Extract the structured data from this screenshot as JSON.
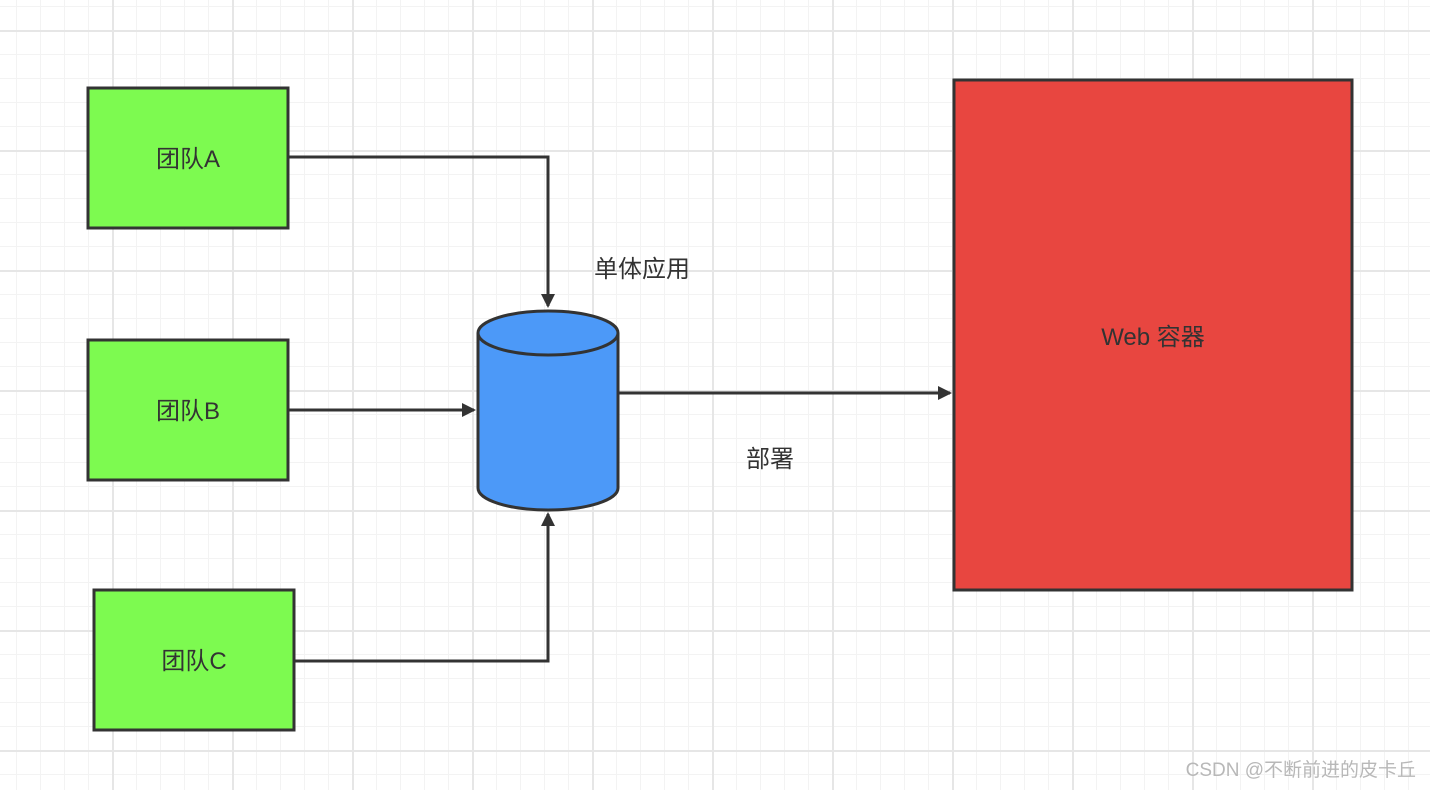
{
  "nodes": {
    "team_a": {
      "label": "团队A"
    },
    "team_b": {
      "label": "团队B"
    },
    "team_c": {
      "label": "团队C"
    },
    "monolith": {
      "label": "单体应用"
    },
    "web_container": {
      "label": "Web 容器"
    }
  },
  "edges": {
    "deploy": {
      "label": "部署"
    }
  },
  "watermark": "CSDN @不断前进的皮卡丘",
  "colors": {
    "team_fill": "#7dfa50",
    "database_fill": "#4c99f8",
    "container_fill": "#e84640",
    "stroke": "#333333"
  }
}
